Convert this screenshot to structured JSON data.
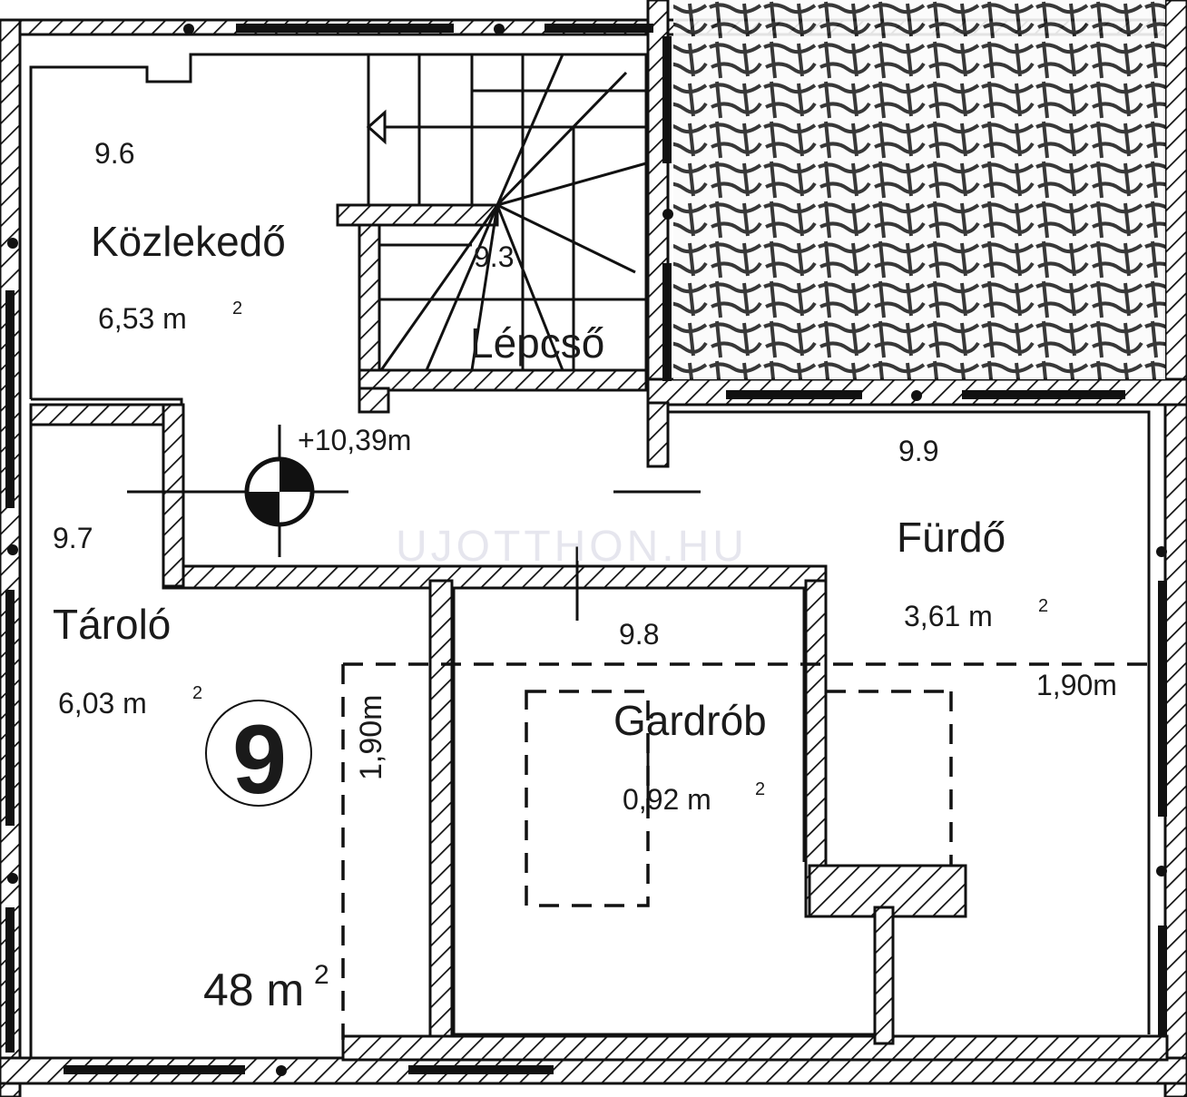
{
  "watermark": "UJOTTHON.HU",
  "level_mark": "+10,39m",
  "floor_number": "9",
  "total_area": "48 m",
  "total_area_sup": "2",
  "height_marks": {
    "vertical": "1,90m",
    "horizontal": "1,90m"
  },
  "rooms": {
    "kozlekedo": {
      "code": "9.6",
      "name": "Közlekedő",
      "area": "6,53 m",
      "sup": "2"
    },
    "lepcso": {
      "code": "9.3",
      "name": "Lépcső"
    },
    "taroló": {
      "code": "9.7",
      "name": "Tároló",
      "area": "6,03 m",
      "sup": "2"
    },
    "gardrob": {
      "code": "9.8",
      "name": "Gardrób",
      "area": "0,92 m",
      "sup": "2"
    },
    "furdo": {
      "code": "9.9",
      "name": "Fürdő",
      "area": "3,61 m",
      "sup": "2"
    }
  },
  "colors": {
    "ink": "#111111",
    "background": "#ffffff",
    "watermark": "#e6e6ee"
  }
}
